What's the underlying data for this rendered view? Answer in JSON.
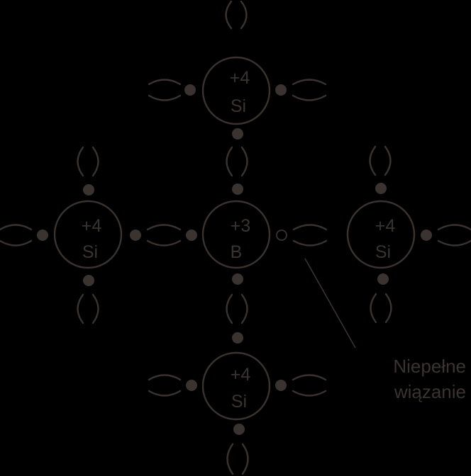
{
  "diagram": {
    "atoms": [
      {
        "id": "si-top",
        "charge": "+4",
        "symbol": "Si"
      },
      {
        "id": "si-left",
        "charge": "+4",
        "symbol": "Si"
      },
      {
        "id": "b-center",
        "charge": "+3",
        "symbol": "B"
      },
      {
        "id": "si-right",
        "charge": "+4",
        "symbol": "Si"
      },
      {
        "id": "si-bottom",
        "charge": "+4",
        "symbol": "Si"
      }
    ],
    "annotation": {
      "line1": "Niepełne",
      "line2": "wiązanie"
    },
    "colors": {
      "background": "#000000",
      "ink": "#3a3330"
    }
  }
}
